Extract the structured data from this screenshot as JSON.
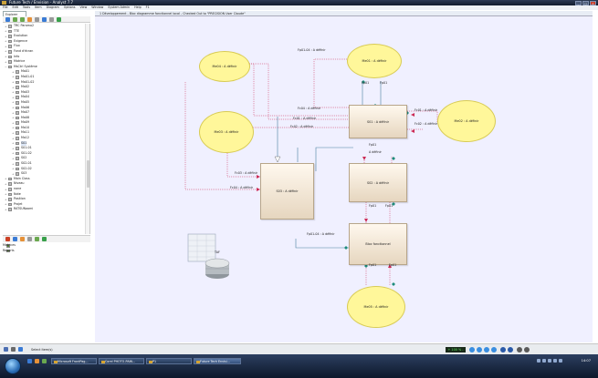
{
  "window": {
    "title": "Future Tech / Envision - Analyst 7.7"
  },
  "menu": [
    "File",
    "Edit",
    "Tools",
    "Item",
    "Diagram",
    "Options",
    "View",
    "Window",
    "System Admin",
    "Help",
    "F1"
  ],
  "left_panel": {
    "tab_label": "Explorer",
    "tree": [
      "TRC Paramo2",
      "TTE",
      "Evolution",
      "Exigence",
      "Flux",
      "Fond d'écran",
      "Info",
      "Matrice",
      "MsCtrl Système",
      "Ma01",
      "Ma01-01",
      "Ma01-02",
      "Ma02",
      "Ma03",
      "Ma04",
      "Ma05",
      "Ma06",
      "Ma07",
      "Ma08",
      "Ma09",
      "Ma10",
      "Ma11",
      "Ma12",
      "S01",
      "S01-01",
      "S01-02",
      "S02",
      "S02-01",
      "S02-02",
      "S03",
      "Main Class",
      "Niveau",
      "none",
      "Note",
      "Position",
      "Projet",
      "RATSUNaomi"
    ],
    "bottom_tree": [
      "Matrices",
      "Reports"
    ]
  },
  "canvas": {
    "tab_title": "1 Développement - Bloc diagramme fonctionnel local - Checked Out to \"PRECISION User Claude\"",
    "actors": {
      "me04": "Me04 : A définir",
      "me01": "Me01 : A définir",
      "me03": "Me03 : A définir",
      "me02": "Me02 : A définir",
      "me05": "Me05 : A définir"
    },
    "blocks": {
      "s01": "S01 : A définir",
      "s02": "S02 : A définir",
      "s03": "S03 : A définir",
      "bloc": "Bloc fonctionnel"
    },
    "flows": {
      "fp01_04_top": "Fp01-04 : A définir",
      "fc04_top": "Fc04 : A définir",
      "fc01": "Fc01 : A définir",
      "fc02": "Fc02 : A définir",
      "fc03_s03": "Fc03 : A définir",
      "fc04_s03": "Fc04 : A définir",
      "fp01_04_bottom": "Fp01-04 : A définir"
    },
    "small_labels": {
      "fp01_a": "Fp01",
      "fp01_b": "Fp01",
      "fc01_right": "Fc01 : A définir",
      "fc02_right": "Fc02 : A définir",
      "fp01_mid_a": "Fp01",
      "fp01_mid_b": "Fp01",
      "fp01_low_a": "Fp01",
      "fp01_low_b": "Fp01",
      "fp01_bot_a": "Fp01",
      "fp01_bot_b": "Fp01",
      "def": "A définir"
    },
    "db_label": "TAF"
  },
  "statusbar": {
    "text": "Select item(s)",
    "zoom": "+ 100 % -"
  },
  "taskbar": {
    "tasks": [
      "Microsoft FrontPag...",
      "Corel PHOTO-PAIN...",
      "P1",
      "Future Tech Envisi..."
    ],
    "clock": "14:07"
  }
}
